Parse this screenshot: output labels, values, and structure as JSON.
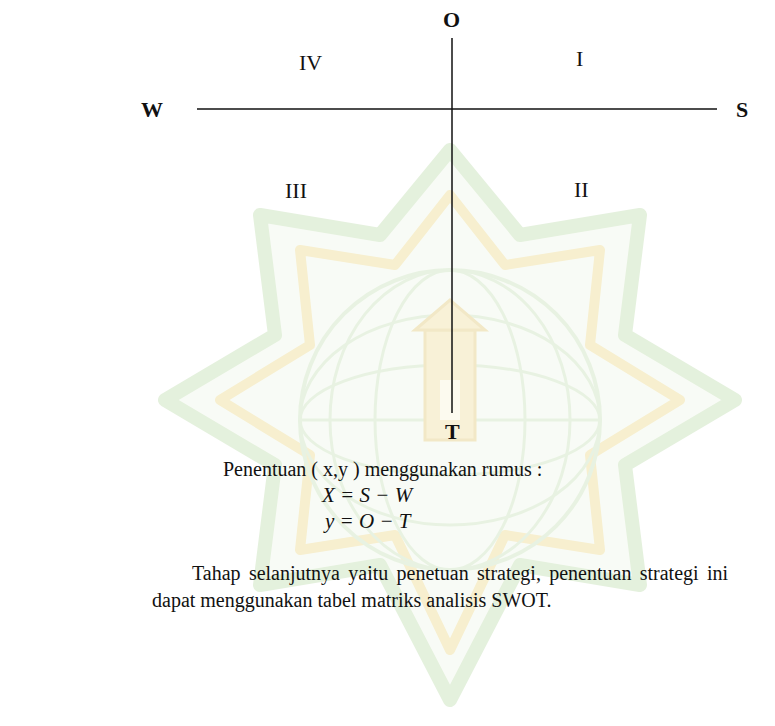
{
  "diagram": {
    "labels": [
      "O",
      "IV",
      "I",
      "W",
      "S",
      "III",
      "II",
      "T",
      "Penentuan ( x,y ) menggunakan rumus :",
      "X = S − W",
      "y = O − T",
      "Tahap selanjutnya yaitu penetuan strategi, penentuan strategi ini dapat menggunakan tabel matriks analisis SWOT."
    ]
  }
}
